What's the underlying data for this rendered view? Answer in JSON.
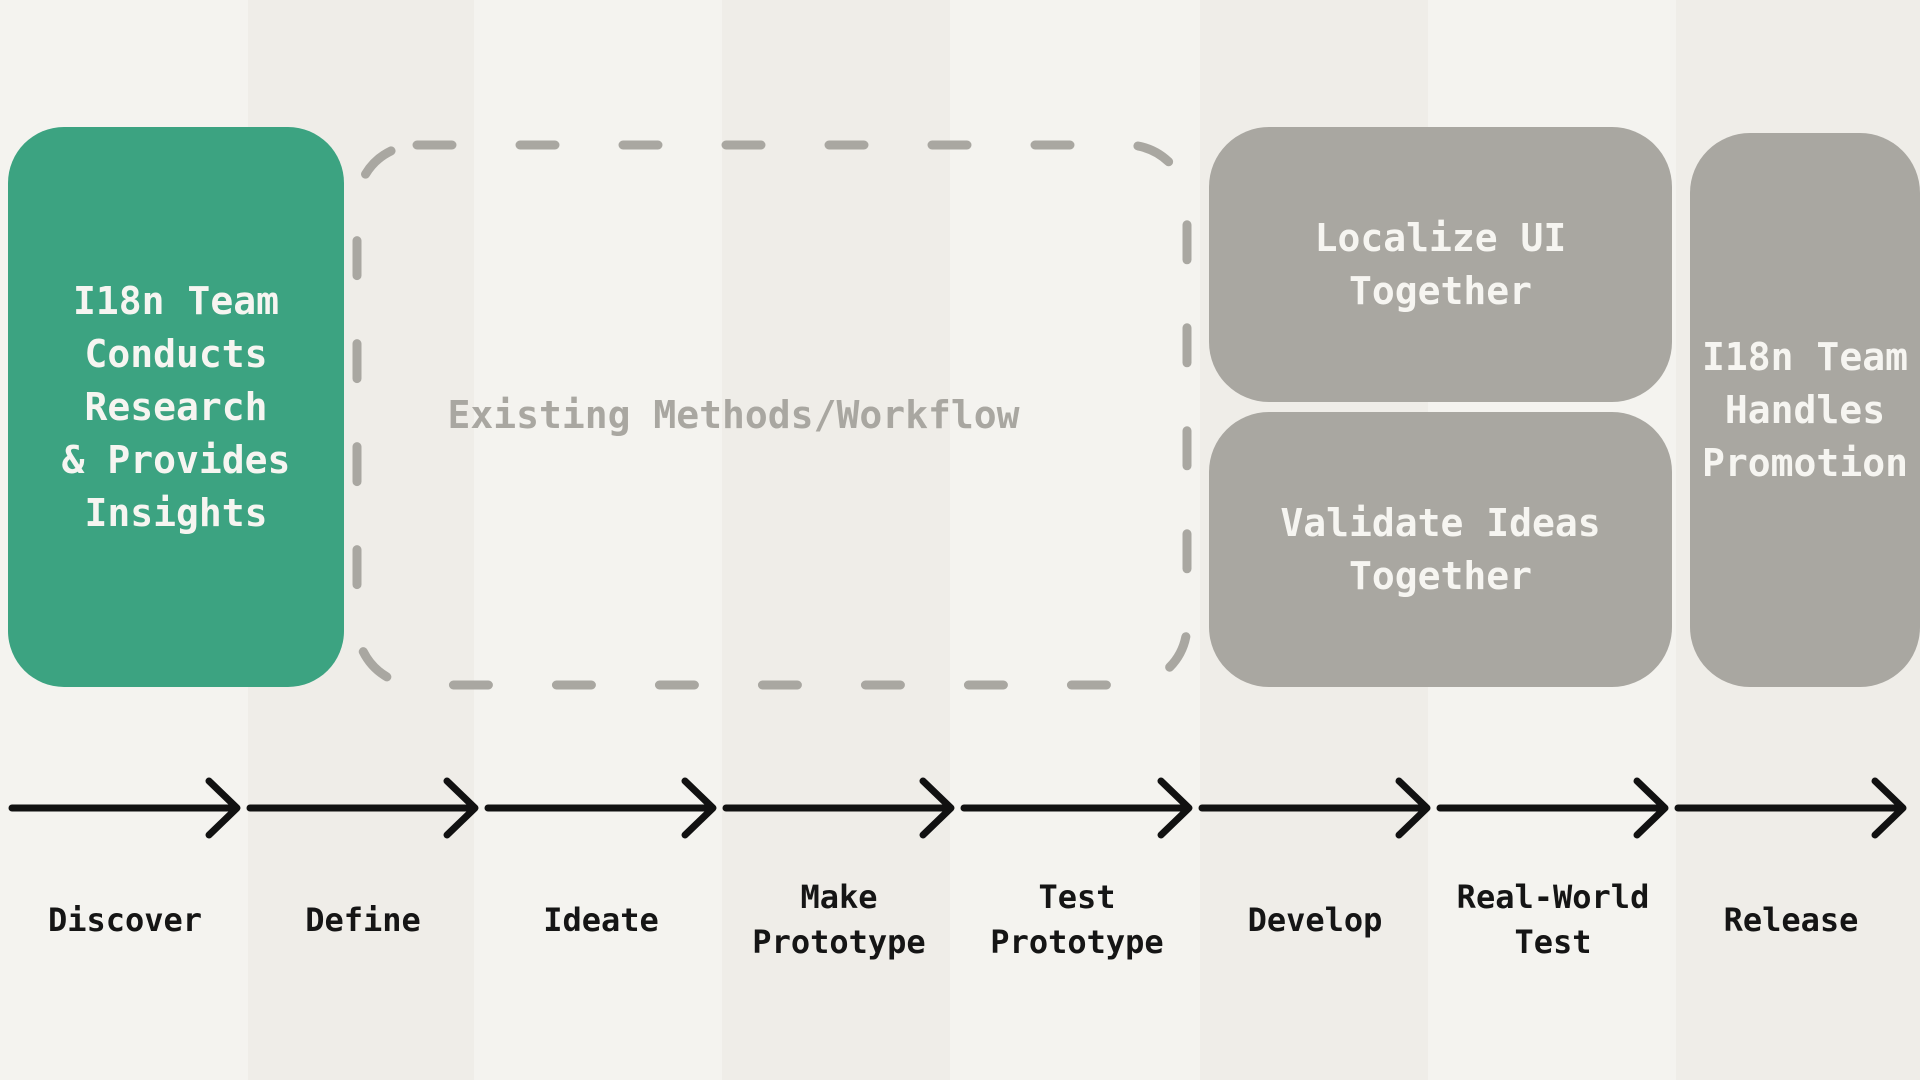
{
  "colors": {
    "background_light": "#f4f3ef",
    "background_dark": "#efede8",
    "accent_green": "#3ca381",
    "box_gray": "#a9a7a1",
    "box_text": "#f6f5f1",
    "arrow": "#111111"
  },
  "boxes": {
    "research": {
      "lines": [
        "I18n Team",
        "Conducts",
        "Research",
        "& Provides",
        "Insights"
      ]
    },
    "existing": {
      "label": "Existing Methods/Workflow"
    },
    "localize": {
      "lines": [
        "Localize UI",
        "Together"
      ]
    },
    "validate": {
      "lines": [
        "Validate Ideas",
        "Together"
      ]
    },
    "promotion": {
      "lines": [
        "I18n Team",
        "Handles",
        "Promotion"
      ]
    }
  },
  "steps": [
    {
      "lines": [
        "Discover"
      ]
    },
    {
      "lines": [
        "Define"
      ]
    },
    {
      "lines": [
        "Ideate"
      ]
    },
    {
      "lines": [
        "Make",
        "Prototype"
      ]
    },
    {
      "lines": [
        "Test",
        "Prototype"
      ]
    },
    {
      "lines": [
        "Develop"
      ]
    },
    {
      "lines": [
        "Real-World",
        "Test"
      ]
    },
    {
      "lines": [
        "Release"
      ]
    }
  ]
}
